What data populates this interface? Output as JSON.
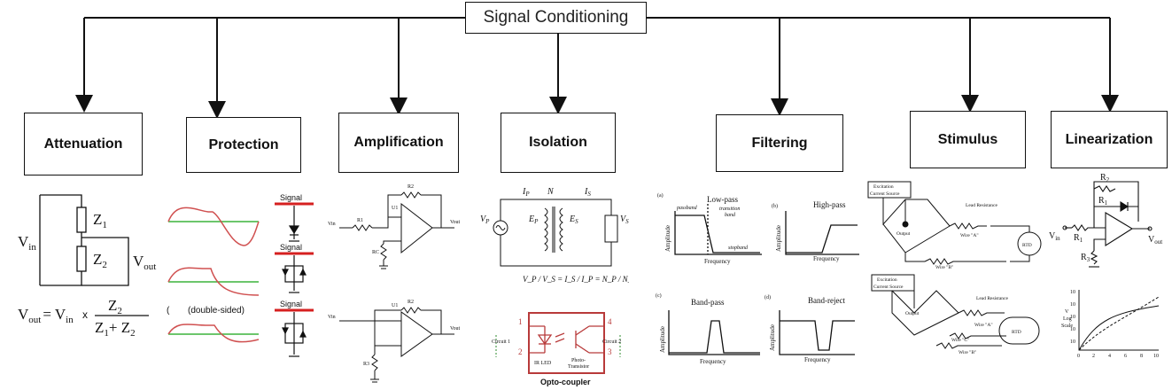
{
  "root": {
    "title": "Signal Conditioning"
  },
  "categories": [
    {
      "label": "Attenuation"
    },
    {
      "label": "Protection"
    },
    {
      "label": "Amplification"
    },
    {
      "label": "Isolation"
    },
    {
      "label": "Filtering"
    },
    {
      "label": "Stimulus"
    },
    {
      "label": "Linearization"
    }
  ],
  "attenuation": {
    "vin": "V",
    "vin_sub": "in",
    "z1": "Z",
    "z1_sub": "1",
    "z2": "Z",
    "z2_sub": "2",
    "vout": "V",
    "vout_sub": "out",
    "eq_lhs": "V",
    "eq_lhs_sub": "out",
    "eq_eq": "= V",
    "eq_in_sub": "in",
    "eq_x": "x",
    "eq_num": "Z",
    "eq_num_sub": "2",
    "eq_den1": "Z",
    "eq_den1_sub": "1",
    "eq_plus": "+ Z",
    "eq_den2_sub": "2"
  },
  "protection": {
    "signal_label": "Signal",
    "double_sided": "(double-sided)",
    "paren": "("
  },
  "amplification": {
    "r2": "R2",
    "r1": "R1",
    "rc": "RC",
    "u1": "U1",
    "vin": "Vin",
    "vout": "Vout",
    "r3": "R3"
  },
  "isolation": {
    "ip": "I",
    "ip_sub": "P",
    "is": "I",
    "is_sub": "S",
    "np_ns": "N",
    "ep": "E",
    "ep_sub": "P",
    "es": "E",
    "es_sub": "S",
    "vp": "V",
    "vp_sub": "P",
    "vs": "V",
    "vs_sub": "S",
    "eq": "V_P / V_S = I_S / I_P = N_P / N_S",
    "coupler_title": "Opto-coupler",
    "ir_led": "IR LED",
    "photo": "Photo-",
    "transistor": "Transistor",
    "circuit1": "Circuit 1",
    "circuit2": "Circuit 2",
    "pin1": "1",
    "pin2": "2",
    "pin3": "3",
    "pin4": "4"
  },
  "filtering": {
    "panels": [
      {
        "tag": "(a)",
        "title": "Low-pass",
        "ylabel": "Amplitude",
        "xlabel": "Frequency",
        "passband": "passband",
        "transition": "transition",
        "band": "band",
        "stopband": "stopband"
      },
      {
        "tag": "(b)",
        "title": "High-pass",
        "ylabel": "Amplitude",
        "xlabel": "Frequency"
      },
      {
        "tag": "(c)",
        "title": "Band-pass",
        "ylabel": "Amplitude",
        "xlabel": "Frequency"
      },
      {
        "tag": "(d)",
        "title": "Band-reject",
        "ylabel": "Amplitude",
        "xlabel": "Frequency"
      }
    ]
  },
  "stimulus": {
    "source": "Excitation",
    "source2": "Current Source",
    "lead": "Lead Resistance",
    "output": "Output",
    "wire_a": "Wire \"A\"",
    "wire_b": "Wire \"B\"",
    "wire_c": "Wire \"C\"",
    "rtd": "RTD"
  },
  "linearization": {
    "r2": "R",
    "r2_sub": "2",
    "r1": "R",
    "r1_sub": "1",
    "r3": "R",
    "r3_sub": "3",
    "vin": "V",
    "vin_sub": "in",
    "vout": "V",
    "vout_sub": "out",
    "ylabel1": "V",
    "ylabel2": "Log",
    "ylabel3": "Scale",
    "ticks_y": [
      "10",
      "10",
      "10",
      "10",
      "10"
    ],
    "ticks_x": [
      "0",
      "2",
      "4",
      "6",
      "8",
      "10"
    ]
  }
}
